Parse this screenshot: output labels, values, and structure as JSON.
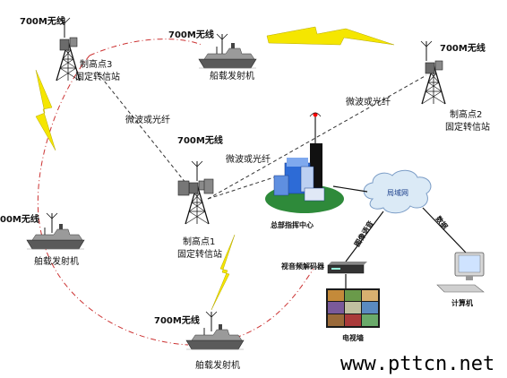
{
  "labels": {
    "freq": "700M无线",
    "freq_cut": "00M无线",
    "relay3": [
      "制高点3",
      "固定转信站"
    ],
    "relay2": [
      "制高点2",
      "固定转信站"
    ],
    "relay1": [
      "制高点1",
      "固定转信站"
    ],
    "ship_tx": "船载发射机",
    "ship_tx_alt": "舶载发射机",
    "microwave": "微波或光纤",
    "hq": "总部指挥中心",
    "lan": "局域网",
    "image_voice": "图像语音",
    "data": "数据",
    "decoder": "视音频解码器",
    "computer": "计算机",
    "tv_wall": "电视墙"
  },
  "watermark": "www.pttcn.net",
  "colors": {
    "link_dashed": "#333333",
    "ring_dashdot": "#cc3333",
    "lightning": "#f5e600",
    "cloud": "#dbeaf6",
    "lan_text": "#1a3e8a",
    "building": "#2d6bd6",
    "tower_red": "#ff0000"
  },
  "icons": [
    "tower-icon",
    "antenna-icon",
    "ship-icon",
    "lightning-icon",
    "building-icon",
    "cloud-icon",
    "decoder-icon",
    "computer-icon",
    "tv-wall-icon"
  ]
}
